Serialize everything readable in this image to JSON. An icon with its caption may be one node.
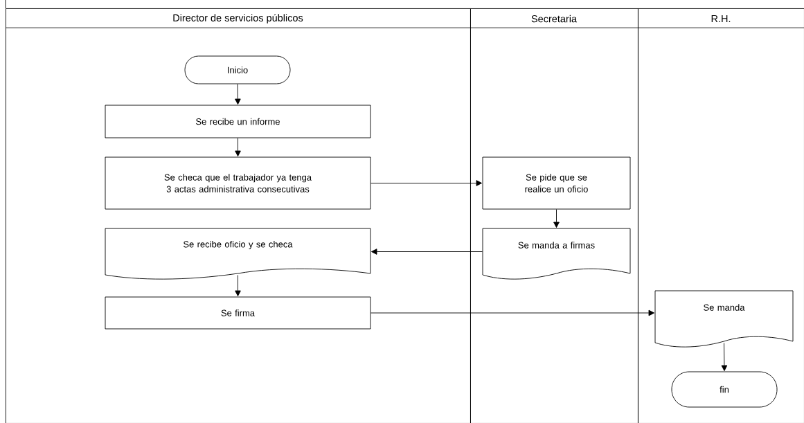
{
  "diagram": {
    "nodes": [
      {
        "text": [
          "Director de servicios públicos"
        ]
      },
      {
        "text": [
          "Secretaria"
        ]
      },
      {
        "text": [
          "R.H."
        ]
      },
      {
        "text": [
          "Inicio"
        ],
        "in": 0
      },
      {
        "text": [
          "Se recibe un informe"
        ],
        "in": 0
      },
      {
        "text": [
          "Se checa que el trabajador ya tenga 3 actas administrativa consecutivas"
        ],
        "in": 0
      },
      {
        "text": [
          "Se recibe oficio y se checa"
        ],
        "in": 0
      },
      {
        "text": [
          "Se firma"
        ],
        "in": 0
      },
      {
        "text": [
          "Se pide que se realice un oficio"
        ],
        "in": 1
      },
      {
        "text": [
          "Se manda a firmas"
        ],
        "in": 1
      },
      {
        "text": [
          "Se manda"
        ],
        "in": 2
      },
      {
        "text": [
          "fin"
        ],
        "in": 2
      }
    ],
    "edges": [
      {
        "from": 3,
        "to": 4,
        "arrow": "to"
      },
      {
        "from": 4,
        "to": 5,
        "arrow": "to"
      },
      {
        "from": 5,
        "to": 8,
        "arrow": "to"
      },
      {
        "from": 8,
        "to": 9,
        "arrow": "to"
      },
      {
        "from": 9,
        "to": 6,
        "arrow": "to"
      },
      {
        "from": 6,
        "to": 7,
        "arrow": "to"
      },
      {
        "from": 7,
        "to": 10,
        "arrow": "to"
      },
      {
        "from": 10,
        "to": 11,
        "arrow": "to"
      }
    ]
  }
}
